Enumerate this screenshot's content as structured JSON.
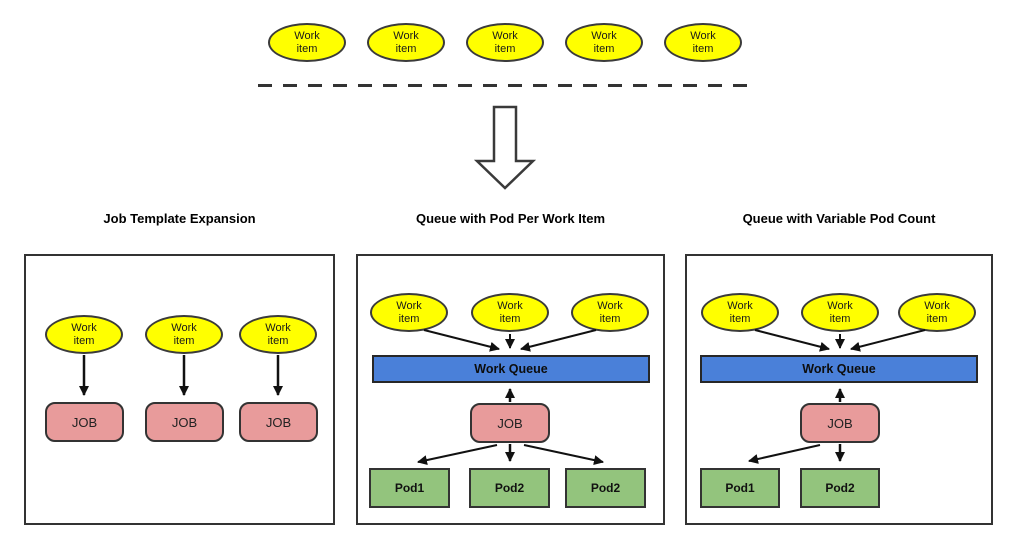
{
  "labels": {
    "work_item": "Work item",
    "job": "JOB",
    "work_queue": "Work Queue"
  },
  "top_row": {
    "work_item_count": 5
  },
  "panels": [
    {
      "title": "Job Template Expansion",
      "job_count": 3
    },
    {
      "title": "Queue with Pod Per Work Item",
      "pods": [
        "Pod1",
        "Pod2",
        "Pod2"
      ]
    },
    {
      "title": "Queue with Variable Pod Count",
      "pods": [
        "Pod1",
        "Pod2"
      ]
    }
  ],
  "colors": {
    "canvas_bg": "#ffffff",
    "work_item_fill": "#ffff00",
    "job_fill": "#e89b9b",
    "pod_fill": "#93c47d",
    "queue_fill": "#4a80d9",
    "shape_stroke": "#3b3b3b",
    "shape_stroke_dark": "#333333",
    "shape_stroke_darker": "#272727",
    "panel_stroke": "#333333",
    "arrow_color": "#111111"
  }
}
